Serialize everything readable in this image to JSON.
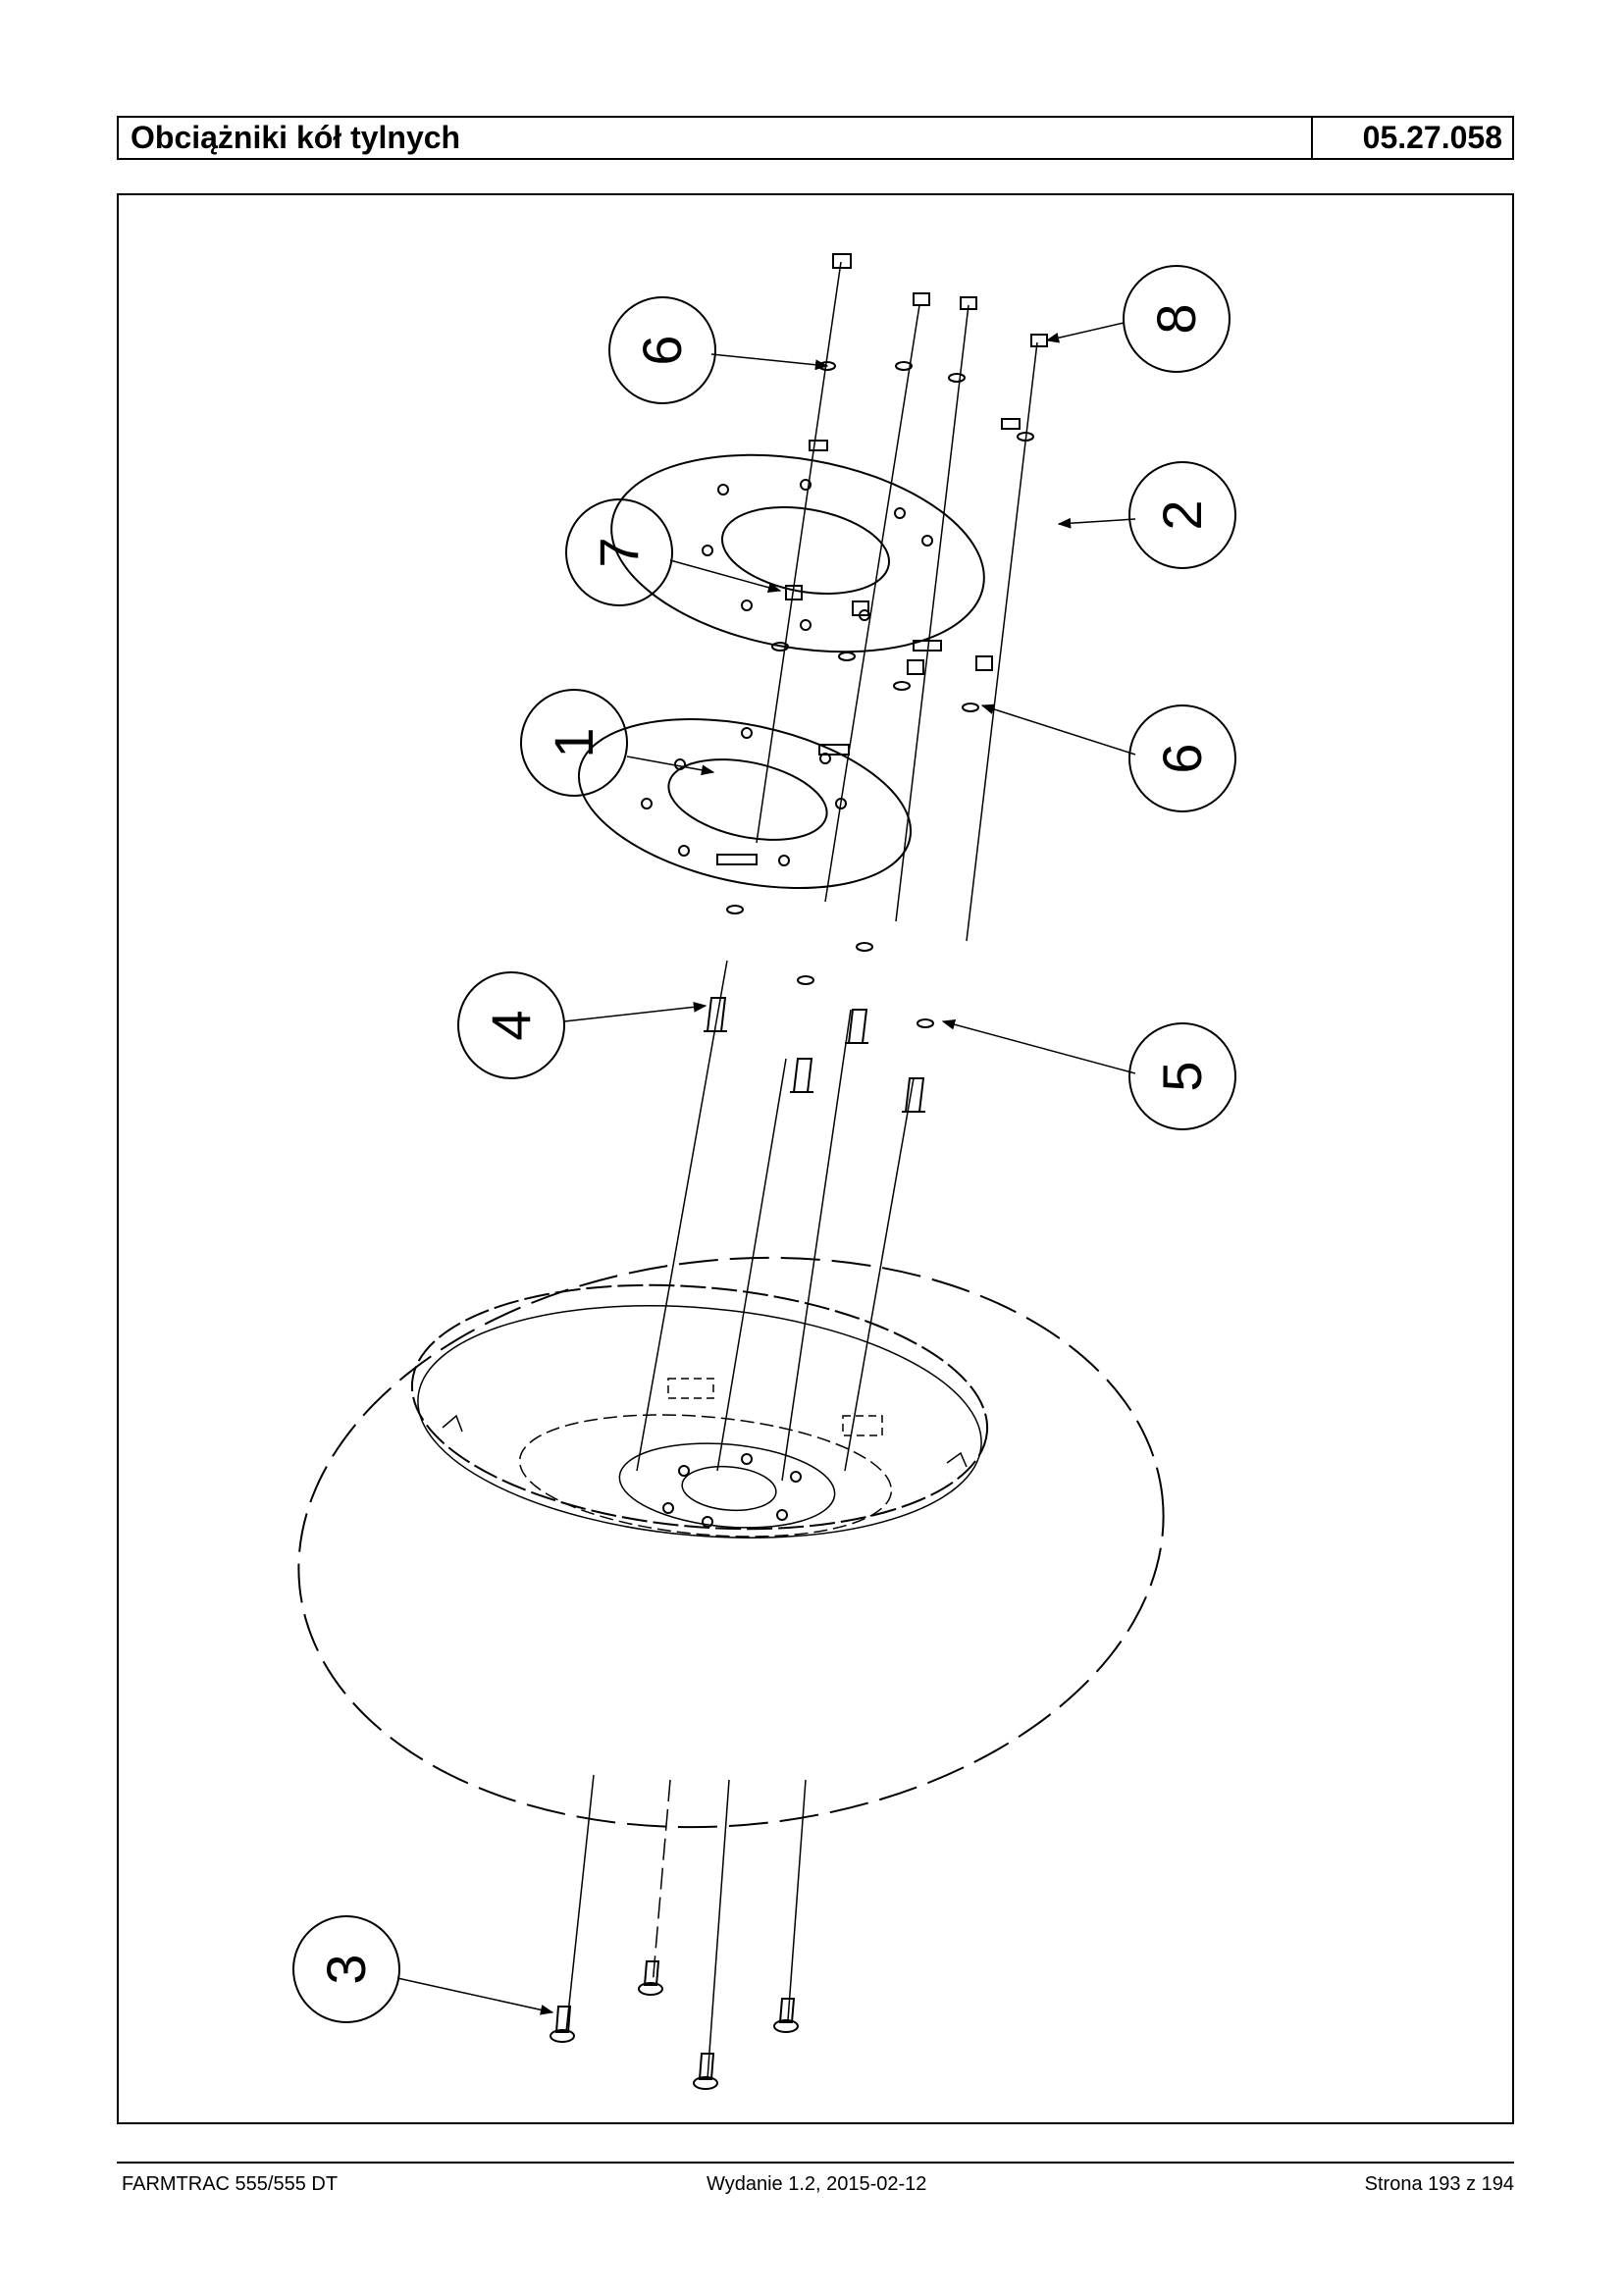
{
  "header": {
    "title": "Obciążniki kół tylnych",
    "code": "05.27.058"
  },
  "diagram": {
    "callouts": [
      {
        "id": "c6a",
        "label": "6"
      },
      {
        "id": "c8",
        "label": "8"
      },
      {
        "id": "c2",
        "label": "2"
      },
      {
        "id": "c7",
        "label": "7"
      },
      {
        "id": "c1",
        "label": "1"
      },
      {
        "id": "c6b",
        "label": "6"
      },
      {
        "id": "c4",
        "label": "4"
      },
      {
        "id": "c5",
        "label": "5"
      },
      {
        "id": "c3",
        "label": "3"
      }
    ]
  },
  "footer": {
    "left": "FARMTRAC 555/555 DT",
    "middle": "Wydanie 1.2,  2015-02-12",
    "right": "Strona 193 z 194"
  }
}
